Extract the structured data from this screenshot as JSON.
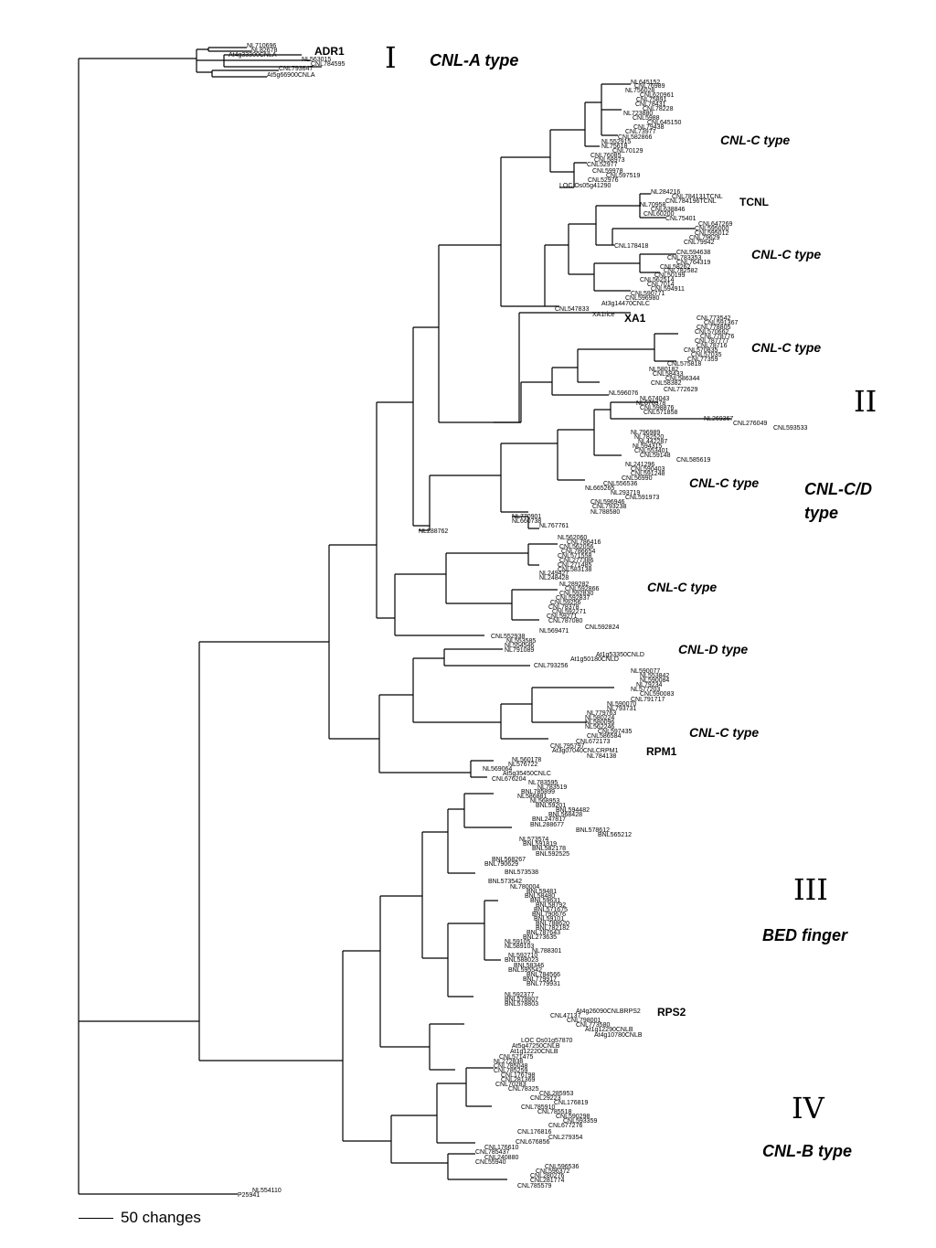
{
  "named_genes": {
    "adr1": "ADR1",
    "tcnl": "TCNL",
    "xa1": "XA1",
    "rpm1": "RPM1",
    "rps2": "RPS2"
  },
  "groups": {
    "g1": {
      "numeral": "I",
      "type": "CNL-A type"
    },
    "g2": {
      "numeral": "II",
      "type": "CNL-C/D type"
    },
    "g3": {
      "numeral": "III",
      "type": "BED finger"
    },
    "g4": {
      "numeral": "IV",
      "type": "CNL-B type"
    }
  },
  "subclades": {
    "c1": "CNL-C type",
    "c2": "CNL-C type",
    "c3": "CNL-C type",
    "c4": "CNL-C type",
    "c5": "CNL-C type",
    "c6": "CNL-D type",
    "c7": "CNL-C type"
  },
  "scale": {
    "label": "50 changes"
  },
  "leaves": {
    "a1": "NL710696",
    "a2": "NL82678",
    "a3": "At4g33300CNLA",
    "a4": "NL563015",
    "a5": "CNL784595",
    "a6": "CNL793647",
    "a7": "At5g66900CNLA",
    "b1": "NL645152",
    "b2": "CNL76989",
    "b3": "NL756028",
    "b4": "CNL620961",
    "b5": "CNL75891",
    "b6": "CNL78431",
    "b7": "CNL78228",
    "b8": "NL723880",
    "b9": "CNL5988",
    "b10": "CNL645150",
    "b11": "CNL79438",
    "b12": "CNL73977",
    "b13": "CNL582866",
    "b14": "NL552915",
    "b15": "NL75618",
    "b16": "CNL70129",
    "b17": "CNL76085",
    "b18": "CNL58973",
    "b19": "CNL52977",
    "b20": "CNL59978",
    "b21": "CNL597519",
    "b22": "CNL52976",
    "b23": "LOC Os05g41290",
    "t1": "NL284216",
    "t2": "CNL784131TCNL",
    "t3": "CNL784196TCNL",
    "t4": "NL70958",
    "t5": "CNL638846",
    "t6": "CNL60200",
    "t7": "CNL75401",
    "t8": "CNL647269",
    "t9": "CNL595000",
    "t10": "CNL595012",
    "t11": "CNL79629",
    "t12": "CNL79942",
    "t13": "CNL178418",
    "u1": "CNL594638",
    "u2": "CNL783353",
    "u3": "CNL764319",
    "u4": "CNL58262",
    "u5": "CNL782582",
    "u6": "CNL50199",
    "u7": "CNL562514",
    "u8": "CNL7014",
    "u9": "CNL594911",
    "u10": "CNL590771",
    "u11": "CNL596980",
    "u12": "At3g14470CNLC",
    "u13": "CNL547833",
    "u14": "XA1rice",
    "v1": "CNL773542",
    "v2": "CNL591367",
    "v3": "CNL778805",
    "v4": "CNL570662",
    "v5": "CNL778776",
    "v6": "CNL787777",
    "v7": "CNL78716",
    "v8": "CNL570835",
    "v9": "CNL57035",
    "v10": "CNL77359",
    "v11": "CNL575818",
    "v12": "NL580182",
    "v13": "CNL58433",
    "v14": "CNL586344",
    "v15": "CNL58382",
    "v16": "CNL772629",
    "v17": "NL596076",
    "w1": "NL674043",
    "w2": "NL670378",
    "w3": "CNL598876",
    "w4": "CNL571858",
    "w5": "NL269367",
    "w6": "CNL276049",
    "w7": "CNL593533",
    "w8": "NL796989",
    "w9": "NL782520",
    "w10": "NL442287",
    "w11": "NL594315",
    "w12": "CNL553401",
    "w13": "CNL59148",
    "w14": "CNL585619",
    "w15": "NL241296",
    "w16": "CNL590403",
    "w17": "CNL591248",
    "w18": "CNL56990",
    "w19": "CNL556536",
    "w20": "NL665265",
    "w21": "NL293719",
    "w22": "CNL591973",
    "w23": "CNL596946",
    "w24": "CNL793238",
    "w25": "NL788580",
    "w26": "NL770901",
    "w27": "NL660738",
    "w28": "NL767761",
    "w29": "NL288762",
    "x1": "NL562060",
    "x2": "CNL786416",
    "x3": "CNL562056",
    "x4": "CNL786654",
    "x5": "CNL571558",
    "x6": "CNL277386",
    "x7": "CNL271485",
    "x8": "CNL583138",
    "x9": "NL249427",
    "x10": "NL248428",
    "y1": "NL289282",
    "y2": "CNL592866",
    "y3": "CNL592830",
    "y4": "CNL592837",
    "y5": "CNL59256",
    "y6": "CNL78378",
    "y7": "CNL592271",
    "y8": "CNL59271",
    "y9": "CNL787080",
    "y10": "CNL592824",
    "y11": "NL569471",
    "y12": "CNL552938",
    "d1": "NL553585",
    "d2": "NL554546",
    "d3": "NL791089",
    "d4": "At1g53350CNLD",
    "d5": "At1g50180CNLD",
    "d6": "CNL793256",
    "r1": "NL590077",
    "r2": "NL553842",
    "r3": "NL590084",
    "r4": "NL79234",
    "r5": "NL577203",
    "r6": "CNL590083",
    "r7": "CNL791717",
    "r8": "NL590070",
    "r9": "NL793731",
    "r10": "NL779763",
    "r11": "NL580224",
    "r12": "NL580096",
    "r13": "NL562246",
    "r14": "CNL597435",
    "r15": "CNL586584",
    "r16": "CNL672173",
    "r17": "CNL795797",
    "r18": "At3g07040CNLCRPM1",
    "r19": "NL784138",
    "r20": "NL560178",
    "r21": "NL576722",
    "r22": "NL569064",
    "r23": "At5g35450CNLC",
    "r24": "CNL676204",
    "e1": "NL783595",
    "e2": "NL783519",
    "e3": "BNL785899",
    "e4": "NL586881",
    "e5": "NL568953",
    "e6": "BNL59201",
    "e7": "BNL594482",
    "e8": "BNL568428",
    "e9": "BNL247817",
    "e10": "BNL288677",
    "e11": "BNL578612",
    "e12": "BNL565212",
    "e13": "NL573574",
    "e14": "BNL591819",
    "e15": "BNL582178",
    "e16": "BNL592525",
    "e17": "BNL568267",
    "e18": "BNL790629",
    "e19": "BNL573538",
    "e20": "BNL573542",
    "f1": "NL780004",
    "f2": "BNL59481",
    "f3": "BNL58480",
    "f4": "BNL59631",
    "f5": "BNL58792",
    "f6": "BNL571675",
    "f7": "BNL790676",
    "f8": "BNL59101",
    "f9": "BNL788620",
    "f10": "BNL782182",
    "f11": "BNL787643",
    "f12": "BNL273635",
    "f13": "NL59105",
    "f14": "NL589103",
    "f15": "NL788301",
    "f16": "NL592710",
    "f17": "BNL588023",
    "f18": "BNL58346",
    "f19": "BNL595542",
    "f20": "BNL784566",
    "f21": "BNL779917",
    "f22": "BNL779931",
    "f23": "NL592377",
    "f24": "BNL578807",
    "f25": "BNL578803",
    "s1": "At4g26090CNLBRPS2",
    "s2": "CNL47137",
    "s3": "CNL798001",
    "s4": "CNL773580",
    "s5": "At1g12290CNLB",
    "s6": "At4g10780CNLB",
    "s7": "LOC Os01g57870",
    "s8": "At5g47250CNLB",
    "s9": "At1g12220CNLB",
    "h1": "CNL571475",
    "h2": "NL272838",
    "h3": "CNL785048",
    "h4": "CNL785259",
    "h5": "CNL176798",
    "h6": "CNL281369",
    "h7": "CNL70283",
    "h8": "CNL78325",
    "h9": "CNL285953",
    "h10": "CNL29223",
    "h11": "CNL176819",
    "h12": "CNL785910",
    "h13": "CNL785518",
    "h14": "CNL590298",
    "h15": "CNL593359",
    "h16": "CNL677276",
    "h17": "CNL176816",
    "h18": "CNL279354",
    "h19": "CNL676856",
    "h20": "CNL176610",
    "h21": "CNL785437",
    "h22": "CNL240880",
    "h23": "CNL55940",
    "h24": "CNL596536",
    "h25": "CNL596372",
    "h26": "CNL280276",
    "h27": "CNL281774",
    "h28": "CNL785579",
    "o1": "NL554110",
    "o2": "P25941"
  }
}
